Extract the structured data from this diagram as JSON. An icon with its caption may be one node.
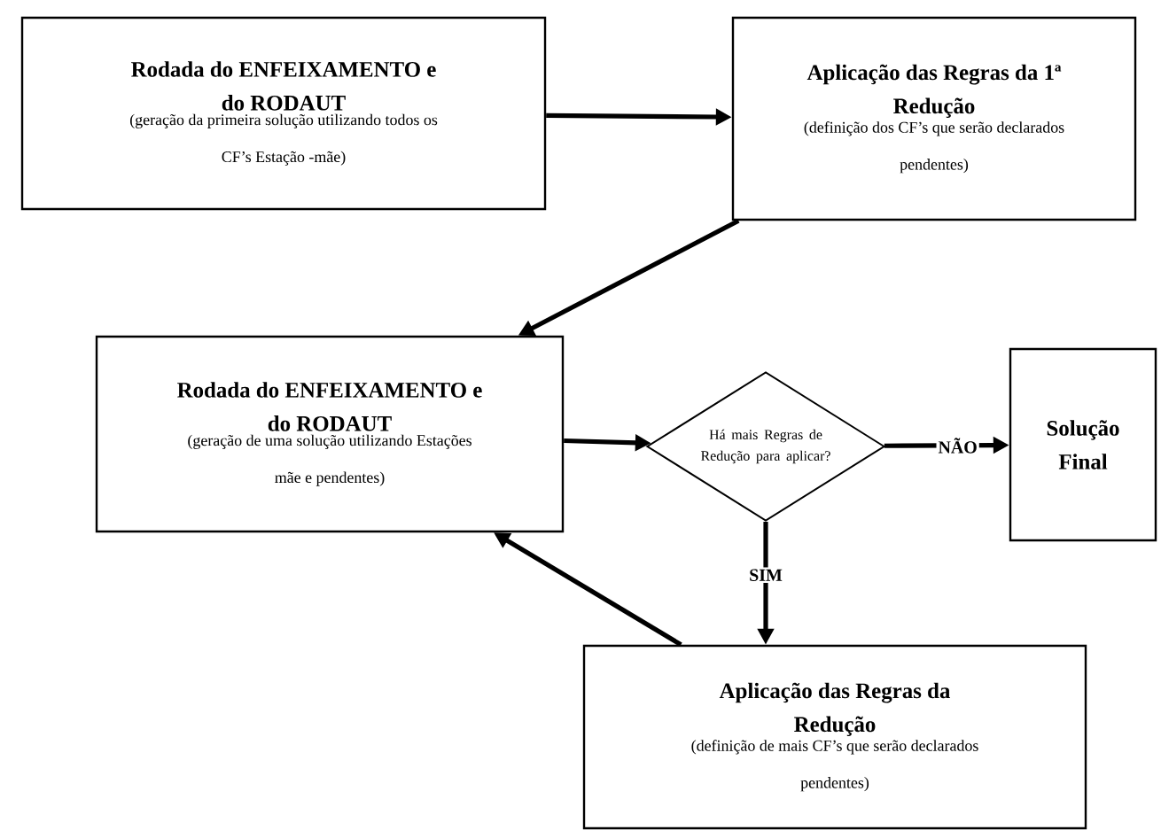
{
  "diagram": {
    "nodes": [
      {
        "text": [
          "Rodada do ENFEIXAMENTO e do RODAUT",
          "(geração da primeira solução utilizando todos os CF’s Estação -mãe)"
        ]
      },
      {
        "text": [
          "Aplicação das Regras da 1ª Redução",
          "(definição dos CF’s que serão declarados pendentes)"
        ]
      },
      {
        "text": [
          "Rodada do ENFEIXAMENTO e do RODAUT",
          "(geração de uma solução utilizando Estações mãe e pendentes)"
        ]
      },
      {
        "text": [
          "Há mais Regras de Redução para aplicar?"
        ]
      },
      {
        "text": [
          "Solução Final"
        ]
      },
      {
        "text": [
          "Aplicação das Regras da Redução",
          "(definição de mais CF’s que serão declarados pendentes)"
        ]
      }
    ],
    "edges": [
      {
        "from": 0,
        "to": 1,
        "arrow": "to"
      },
      {
        "from": 1,
        "to": 2,
        "arrow": "to"
      },
      {
        "from": 2,
        "to": 3,
        "arrow": "to"
      },
      {
        "from": 3,
        "to": 4,
        "arrow": "to",
        "label": "NÃO"
      },
      {
        "from": 3,
        "to": 5,
        "arrow": "to",
        "label": "SIM"
      },
      {
        "from": 5,
        "to": 2,
        "arrow": "to"
      }
    ]
  }
}
